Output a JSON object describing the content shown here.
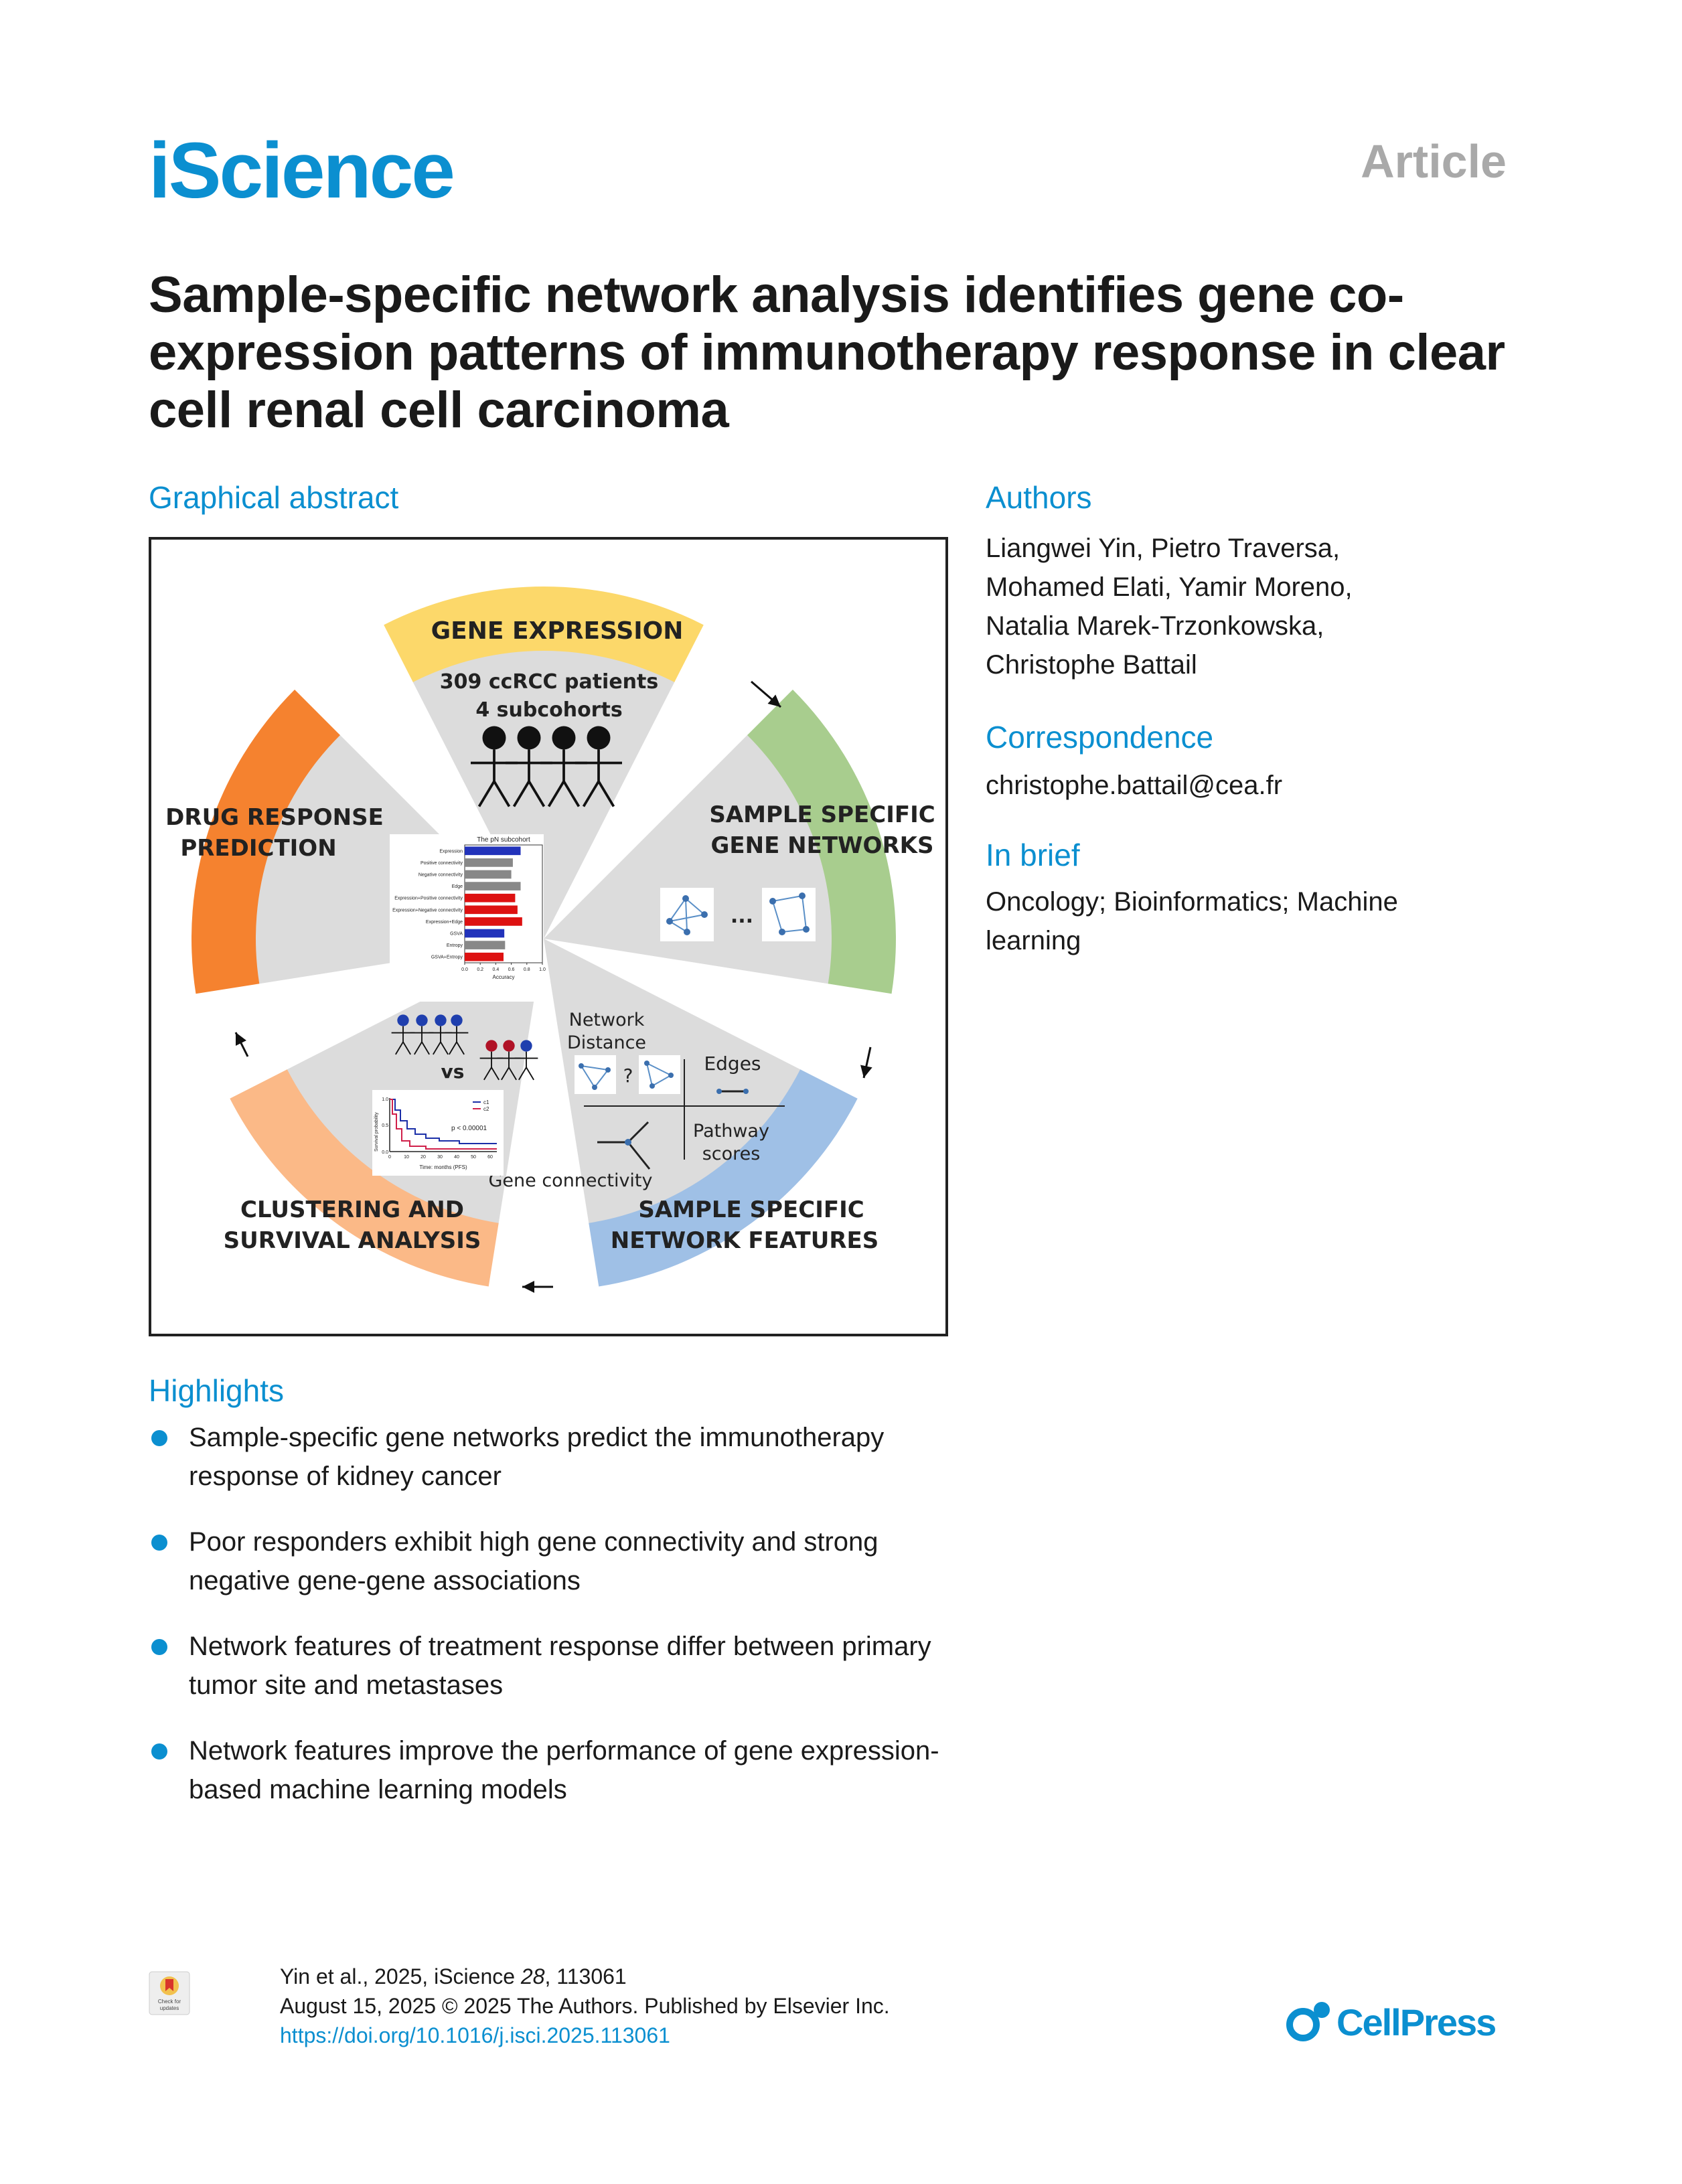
{
  "header": {
    "journal": "iScience",
    "article_type": "Article"
  },
  "title": "Sample-specific network analysis identifies gene co-expression patterns of immunotherapy response in clear cell renal cell carcinoma",
  "graphical_abstract": {
    "heading": "Graphical abstract",
    "segments": {
      "gene_expression": {
        "label": "GENE EXPRESSION",
        "line1": "309 ccRCC patients",
        "line2": "4 subcohorts",
        "color": "#fcd86a"
      },
      "sample_networks": {
        "line1": "SAMPLE SPECIFIC",
        "line2": "GENE NETWORKS",
        "ellipsis": "...",
        "color": "#a8cd8e"
      },
      "network_features": {
        "line1": "SAMPLE SPECIFIC",
        "line2": "NETWORK FEATURES",
        "color": "#9fc0e6",
        "network_distance_1": "Network",
        "network_distance_2": "Distance",
        "question": "?",
        "edges": "Edges",
        "pathway_1": "Pathway",
        "pathway_2": "scores",
        "gene_connectivity": "Gene connectivity"
      },
      "clustering": {
        "line1": "CLUSTERING AND",
        "line2": "SURVIVAL ANALYSIS",
        "color": "#fbb987",
        "vs": "vs",
        "km_pvalue": "p < 0.00001",
        "km_xlabel": "Time: months (PFS)",
        "km_ylabel": "Survival probability",
        "km_legend": [
          "c1",
          "c2"
        ],
        "km_xticks": [
          "0",
          "10",
          "20",
          "30",
          "40",
          "50",
          "60"
        ],
        "km_yticks": [
          "0.0",
          "0.5",
          "1.0"
        ]
      },
      "drug_response": {
        "line1": "DRUG RESPONSE",
        "line2": "PREDICTION",
        "color": "#f5822f"
      }
    },
    "chart_data": {
      "type": "bar",
      "title": "The pN subcohort",
      "xlabel": "Accuracy",
      "xlim": [
        0,
        1.0
      ],
      "xticks": [
        "0.0",
        "0.2",
        "0.4",
        "0.6",
        "0.8",
        "1.0"
      ],
      "categories": [
        "Expression",
        "Positive connectivity",
        "Negative connectivity",
        "Edge",
        "Expression+Positive connectivity",
        "Expression+Negative connectivity",
        "Expression+Edge",
        "GSVA",
        "Entropy",
        "GSVA+Entropy"
      ],
      "values": [
        0.72,
        0.62,
        0.6,
        0.72,
        0.65,
        0.68,
        0.74,
        0.51,
        0.52,
        0.5
      ],
      "colors": [
        "#2233bb",
        "#888888",
        "#888888",
        "#888888",
        "#dd1111",
        "#dd1111",
        "#dd1111",
        "#2233bb",
        "#888888",
        "#dd1111"
      ]
    }
  },
  "authors": {
    "heading": "Authors",
    "lines": [
      "Liangwei Yin, Pietro Traversa,",
      "Mohamed Elati, Yamir Moreno,",
      "Natalia Marek-Trzonkowska,",
      "Christophe Battail"
    ]
  },
  "correspondence": {
    "heading": "Correspondence",
    "email": "christophe.battail@cea.fr"
  },
  "in_brief": {
    "heading": "In brief",
    "text": "Oncology; Bioinformatics; Machine learning"
  },
  "highlights": {
    "heading": "Highlights",
    "items": [
      "Sample-specific gene networks predict the immunotherapy response of kidney cancer",
      "Poor responders exhibit high gene connectivity and strong negative gene-gene associations",
      "Network features of treatment response differ between primary tumor site and metastases",
      "Network features improve the performance of gene expression-based machine learning models"
    ]
  },
  "footer": {
    "citation_prefix": "Yin et al., 2025, iScience ",
    "volume": "28",
    "article_no": ", 113061",
    "date_line": "August 15, 2025 © 2025 The Authors. Published by Elsevier Inc.",
    "doi": "https://doi.org/10.1016/j.isci.2025.113061",
    "badge_text_1": "Check for",
    "badge_text_2": "updates",
    "publisher": "CellPress",
    "accent": "#0b8fd0"
  }
}
